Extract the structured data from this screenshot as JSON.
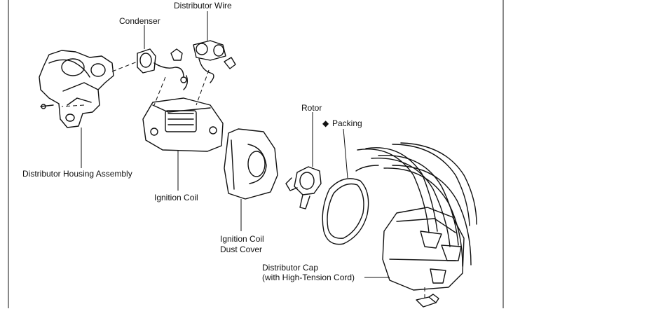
{
  "labels": {
    "distributor_wire": "Distributor Wire",
    "condenser": "Condenser",
    "distributor_housing": "Distributor Housing Assembly",
    "ignition_coil": "Ignition Coil",
    "rotor": "Rotor",
    "packing_symbol": "◆",
    "packing": "Packing",
    "dust_cover_line1": "Ignition Coil",
    "dust_cover_line2": "Dust Cover",
    "cap_line1": "Distributor Cap",
    "cap_line2": "(with High-Tension Cord)"
  }
}
